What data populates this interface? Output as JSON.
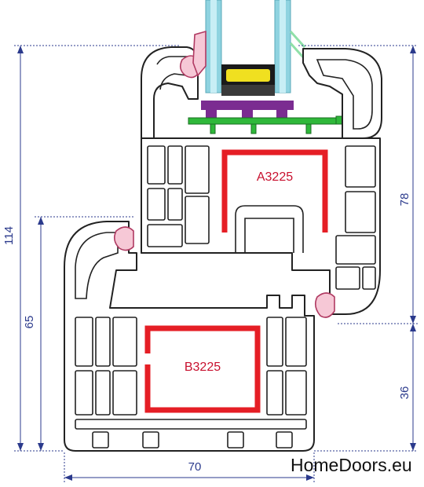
{
  "profiles": {
    "sash_reinforcement": "A3225",
    "frame_reinforcement": "B3225"
  },
  "dimensions": {
    "total_height": "114",
    "frame_height": "65",
    "sash_height": "78",
    "frame_lower": "36",
    "width": "70"
  },
  "logo": {
    "text": "HomeDoors.eu"
  },
  "colors": {
    "profile_outline": "#222222",
    "reinforcement": "#e51e25",
    "gasket": "#e27a9a",
    "glass": "#8fd3e0",
    "spacer_yellow": "#f0e020",
    "glazing_block": "#7b2c91",
    "glazing_bead_seal": "#2fb83a",
    "dimension": "#2b3a8c"
  }
}
